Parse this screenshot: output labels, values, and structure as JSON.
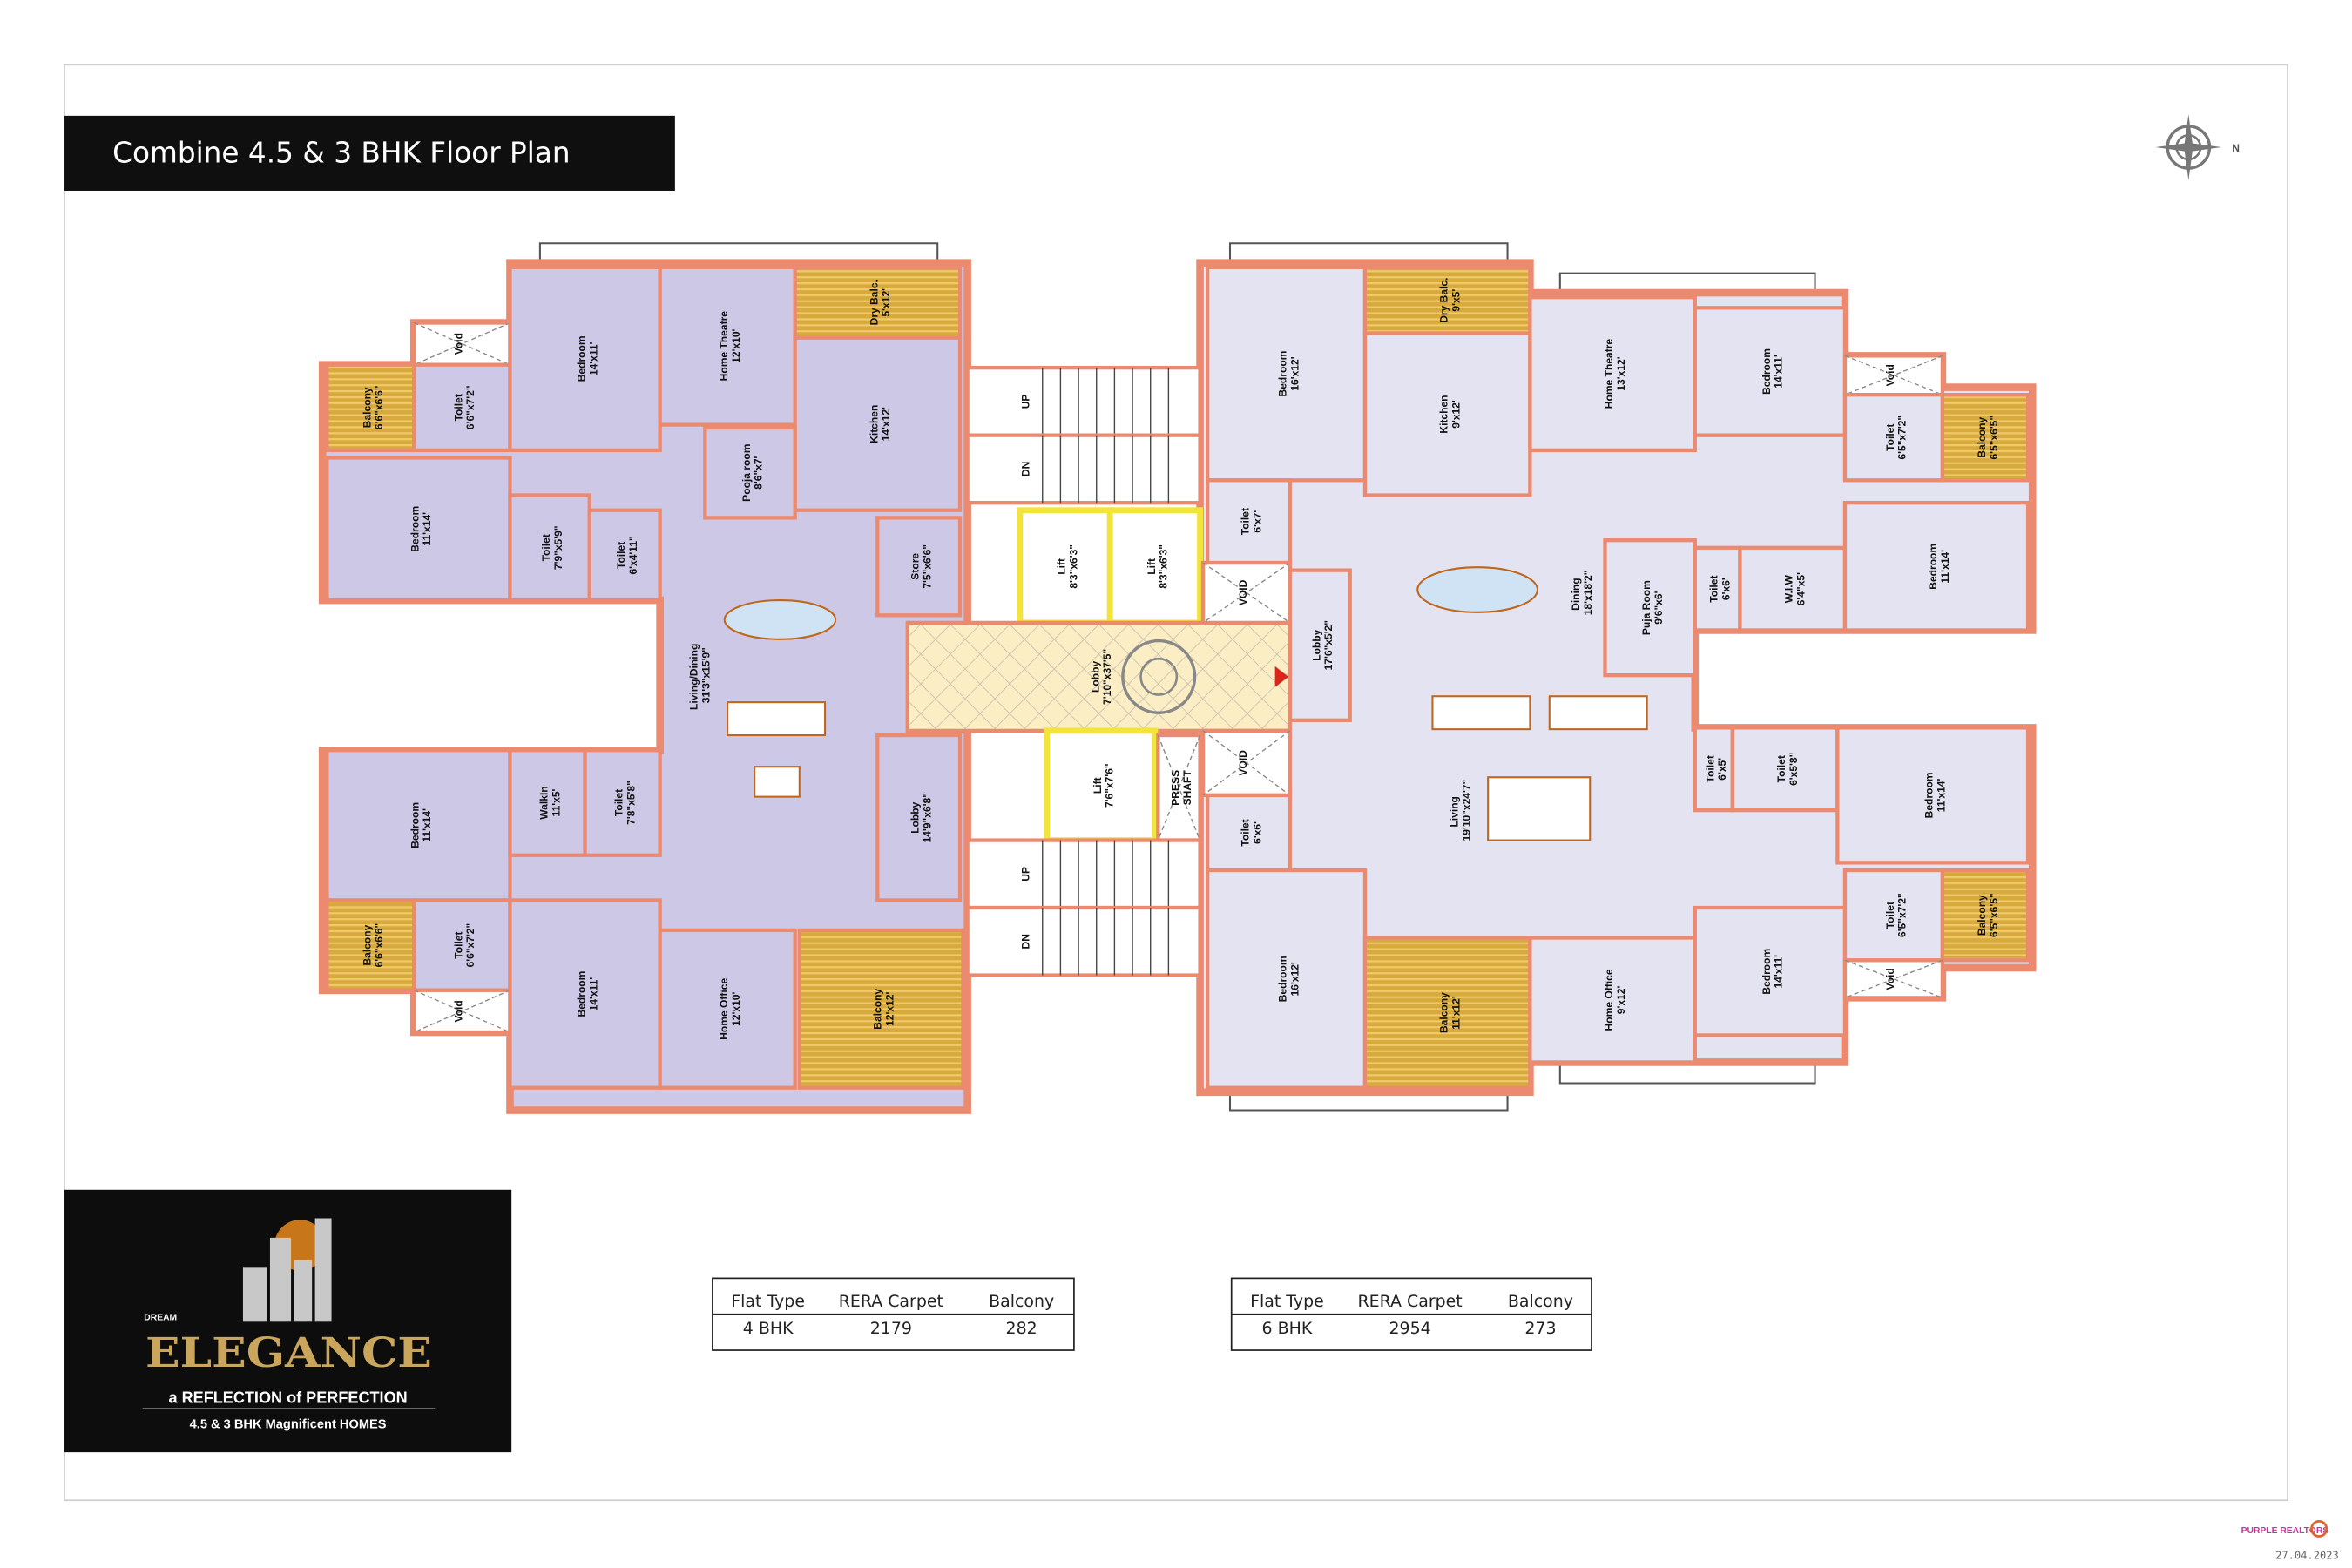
{
  "title": "Combine 4.5 & 3 BHK Floor Plan",
  "compass": {
    "label": "N",
    "icon": "compass-rose-icon"
  },
  "colors": {
    "flat_left": "#cdc8e6",
    "flat_right": "#e3e3f1",
    "wall": "#ec8a70",
    "balcony": "#d8a93c",
    "lobby": "#fbeec5",
    "lift_outline": "#f2e43a",
    "title_bg": "#0f0f0f"
  },
  "left_flat": {
    "living": {
      "name": "Living/Dining",
      "size": "31'3\"x15'9\""
    },
    "rooms": [
      {
        "name": "Void",
        "size": ""
      },
      {
        "name": "Balcony",
        "size": "6'6\"x6'6\""
      },
      {
        "name": "Toilet",
        "size": "6'6\"x7'2\""
      },
      {
        "name": "Bedroom",
        "size": "14'x11'"
      },
      {
        "name": "Home Theatre",
        "size": "12'x10'"
      },
      {
        "name": "Dry Balc.",
        "size": "5'x12'"
      },
      {
        "name": "Kitchen",
        "size": "14'x12'"
      },
      {
        "name": "Pooja room",
        "size": "8'6\"x7'"
      },
      {
        "name": "Bedroom",
        "size": "11'x14'"
      },
      {
        "name": "Toilet",
        "size": "7'9\"x5'9\""
      },
      {
        "name": "Toilet",
        "size": "6'x4'11\""
      },
      {
        "name": "Store",
        "size": "7'5\"x6'6\""
      },
      {
        "name": "Lobby",
        "size": "14'9\"x6'8\""
      },
      {
        "name": "Bedroom",
        "size": "11'x14'"
      },
      {
        "name": "WalkIn",
        "size": "11'x5'"
      },
      {
        "name": "Toilet",
        "size": "7'8\"x5'8\""
      },
      {
        "name": "Balcony",
        "size": "6'6\"x6'6\""
      },
      {
        "name": "Toilet",
        "size": "6'6\"x7'2\""
      },
      {
        "name": "Void",
        "size": ""
      },
      {
        "name": "Bedroom",
        "size": "14'x11'"
      },
      {
        "name": "Home Office",
        "size": "12'x10'"
      },
      {
        "name": "Balcony",
        "size": "12'x12'"
      }
    ]
  },
  "core": {
    "rooms": [
      {
        "name": "UP",
        "size": ""
      },
      {
        "name": "DN",
        "size": ""
      },
      {
        "name": "Lift",
        "size": "8'3\"x6'3\""
      },
      {
        "name": "Lift",
        "size": "8'3\"x6'3\""
      },
      {
        "name": "Lobby",
        "size": "7'10\"x37'5\""
      },
      {
        "name": "Lift",
        "size": "7'6\"x7'6\""
      },
      {
        "name": "PRESS",
        "size": "SHAFT"
      },
      {
        "name": "VOID",
        "size": ""
      },
      {
        "name": "VOID",
        "size": ""
      },
      {
        "name": "UP",
        "size": ""
      },
      {
        "name": "DN",
        "size": ""
      }
    ]
  },
  "right_flat": {
    "living": {
      "name": "Living",
      "size": "19'10\"x24'7\""
    },
    "dining": {
      "name": "Dining",
      "size": "18'x18'2\""
    },
    "rooms": [
      {
        "name": "Bedroom",
        "size": "16'x12'"
      },
      {
        "name": "Dry Balc.",
        "size": "9'x5'"
      },
      {
        "name": "Kitchen",
        "size": "9'x12'"
      },
      {
        "name": "Home Theatre",
        "size": "13'x12'"
      },
      {
        "name": "Bedroom",
        "size": "14'x11'"
      },
      {
        "name": "Void",
        "size": ""
      },
      {
        "name": "Toilet",
        "size": "6'5\"x7'2\""
      },
      {
        "name": "Balcony",
        "size": "6'5\"x6'5\""
      },
      {
        "name": "Toilet",
        "size": "6'x7'"
      },
      {
        "name": "Puja Room",
        "size": "9'6\"x6'"
      },
      {
        "name": "Toilet",
        "size": "6'x6'"
      },
      {
        "name": "W.I.W",
        "size": "6'4\"x5'"
      },
      {
        "name": "Bedroom",
        "size": "11'x14'"
      },
      {
        "name": "Lobby",
        "size": "17'6\"x5'2\""
      },
      {
        "name": "Toilet",
        "size": "6'x5'"
      },
      {
        "name": "Toilet",
        "size": "6'x5'8\""
      },
      {
        "name": "Bedroom",
        "size": "11'x14'"
      },
      {
        "name": "Toilet",
        "size": "6'x6'"
      },
      {
        "name": "Bedroom",
        "size": "16'x12'"
      },
      {
        "name": "Balcony",
        "size": "11'x12'"
      },
      {
        "name": "Home Office",
        "size": "9'x12'"
      },
      {
        "name": "Bedroom",
        "size": "14'x11'"
      },
      {
        "name": "Toilet",
        "size": "6'5\"x7'2\""
      },
      {
        "name": "Balcony",
        "size": "6'5\"x6'5\""
      },
      {
        "name": "Void",
        "size": ""
      }
    ]
  },
  "tables": [
    {
      "headers": [
        "Flat Type",
        "RERA Carpet",
        "Balcony"
      ],
      "row": [
        "4 BHK",
        "2179",
        "282"
      ]
    },
    {
      "headers": [
        "Flat Type",
        "RERA Carpet",
        "Balcony"
      ],
      "row": [
        "6 BHK",
        "2954",
        "273"
      ]
    }
  ],
  "logo": {
    "dream": "DREAM",
    "brand": "ELEGANCE",
    "tagline": "a REFLECTION of PERFECTION",
    "subline": "4.5 & 3 BHK Magnificent HOMES"
  },
  "footer": {
    "realtor_logo": "PURPLE REALTORS",
    "date": "27.04.2023"
  }
}
